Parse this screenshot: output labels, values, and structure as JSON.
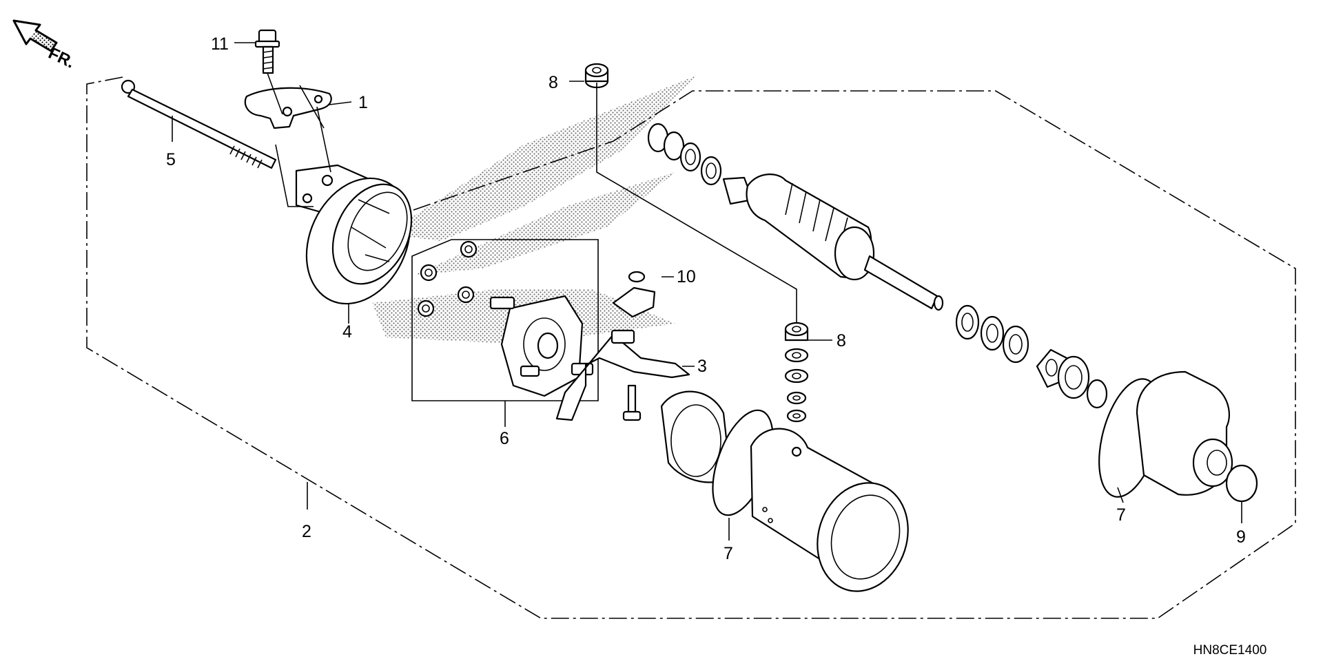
{
  "direction_label": "FR.",
  "diagram_code": "HN8CE1400",
  "callouts": [
    {
      "id": "c1",
      "text": "1"
    },
    {
      "id": "c2",
      "text": "2"
    },
    {
      "id": "c3",
      "text": "3"
    },
    {
      "id": "c4",
      "text": "4"
    },
    {
      "id": "c5",
      "text": "5"
    },
    {
      "id": "c6",
      "text": "6"
    },
    {
      "id": "c7a",
      "text": "7"
    },
    {
      "id": "c7b",
      "text": "7"
    },
    {
      "id": "c8a",
      "text": "8"
    },
    {
      "id": "c8b",
      "text": "8"
    },
    {
      "id": "c9",
      "text": "9"
    },
    {
      "id": "c10",
      "text": "10"
    },
    {
      "id": "c11",
      "text": "11"
    }
  ]
}
